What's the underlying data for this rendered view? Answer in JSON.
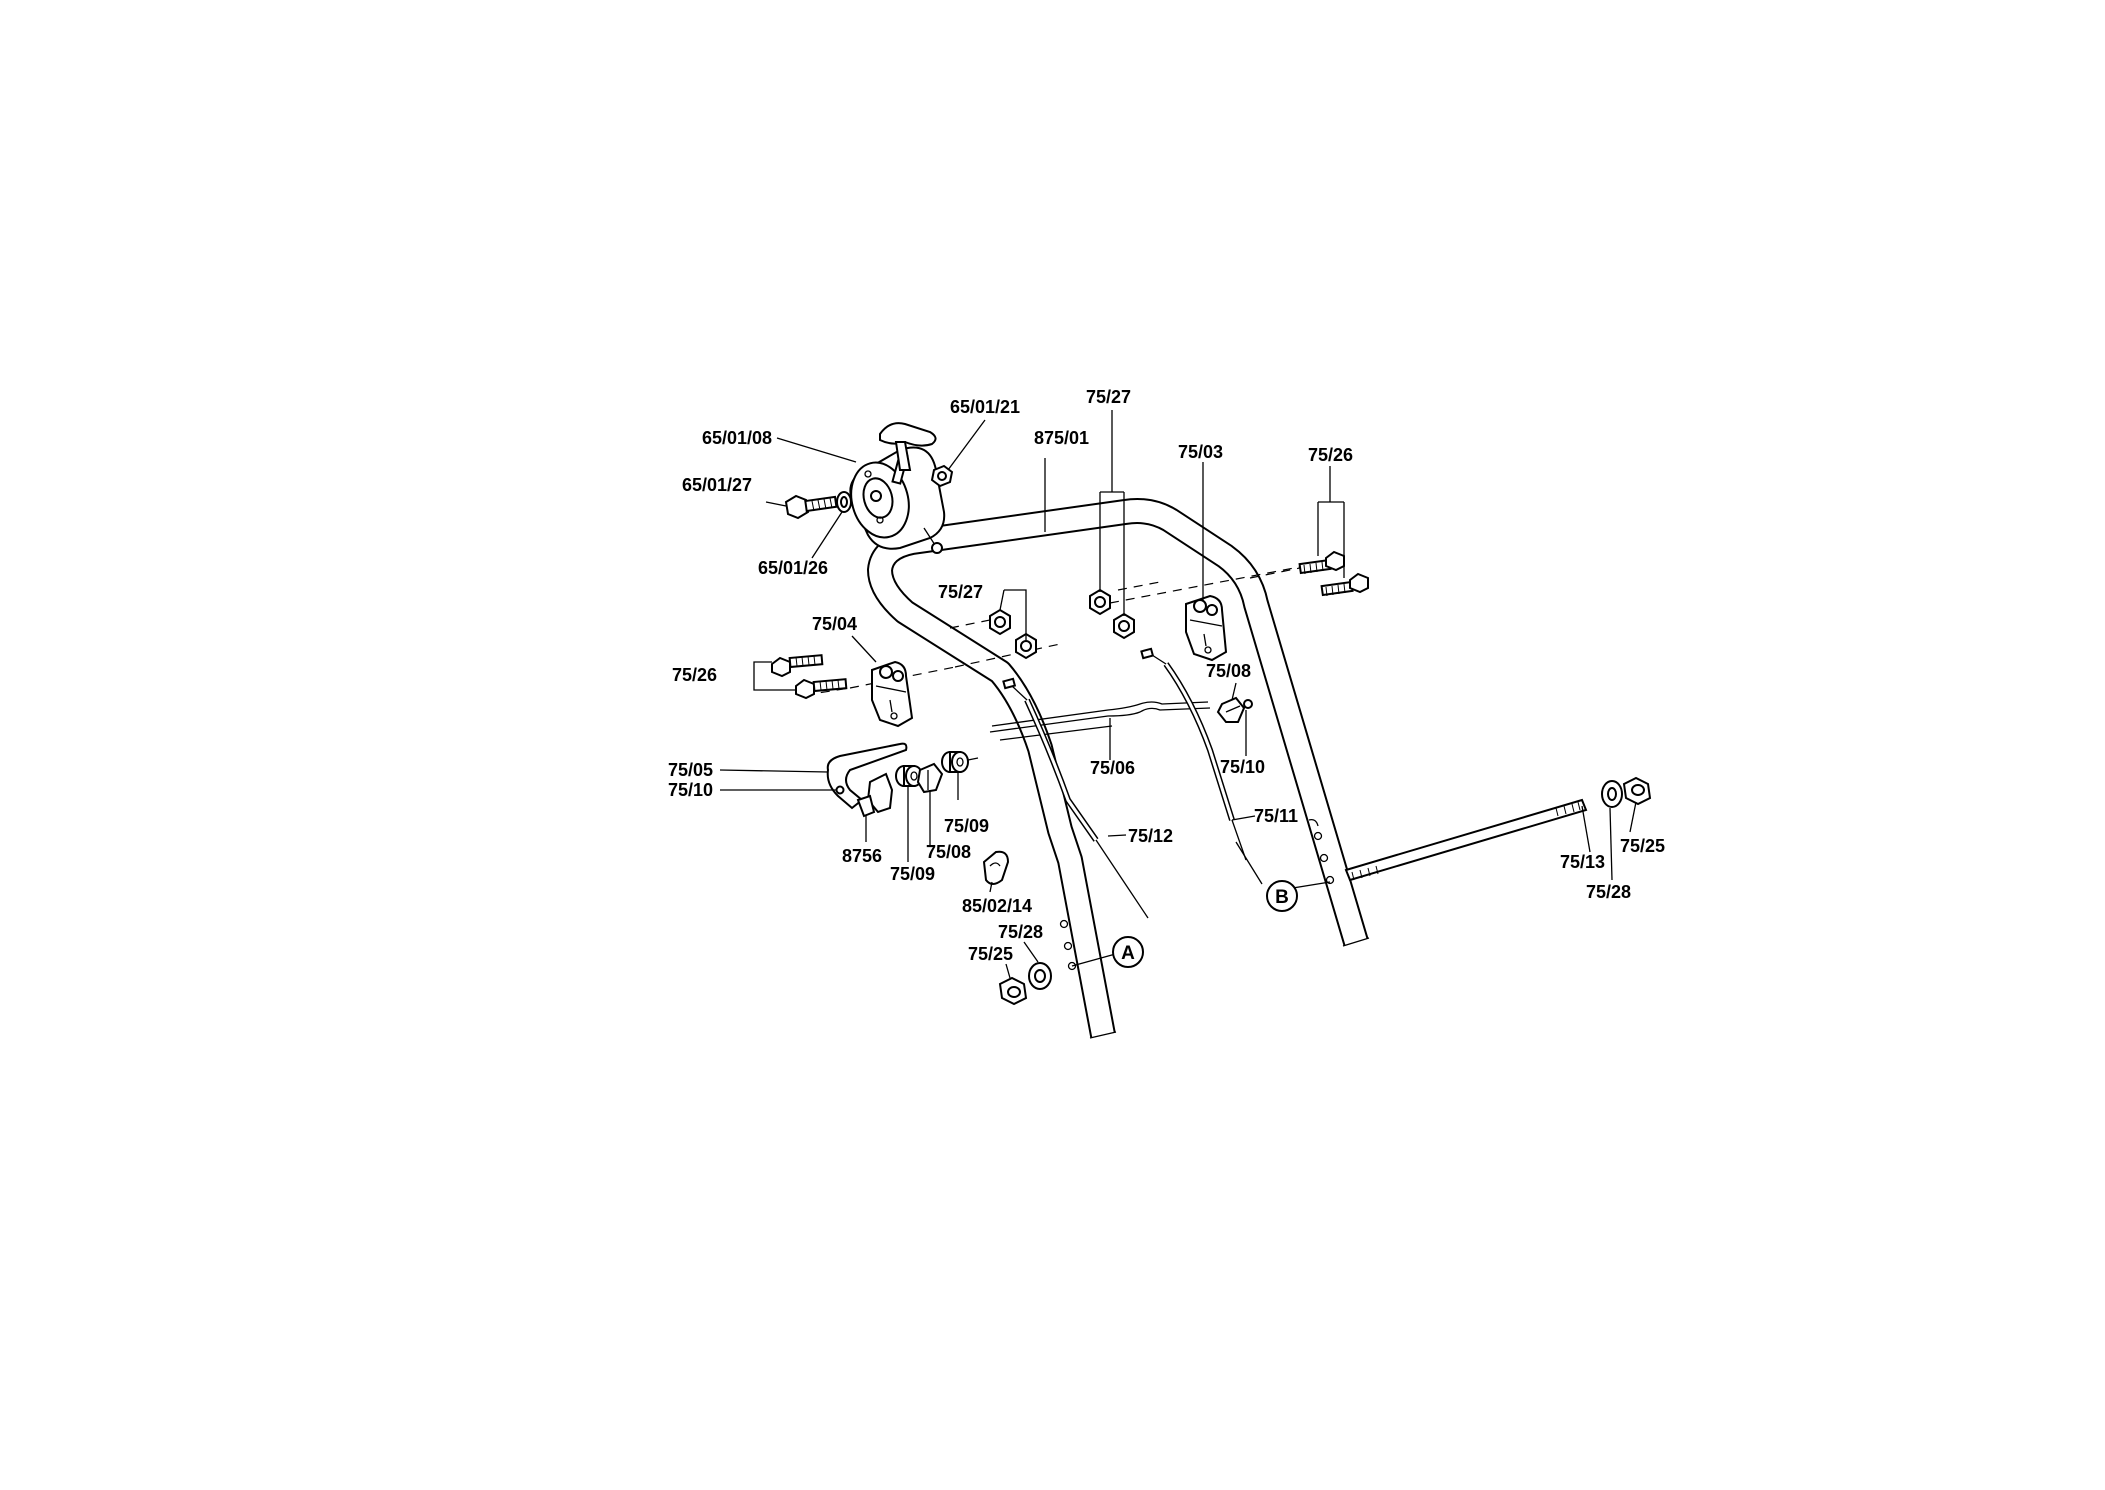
{
  "labels": {
    "p_65_01_08": "65/01/08",
    "p_65_01_21": "65/01/21",
    "p_65_01_27": "65/01/27",
    "p_65_01_26": "65/01/26",
    "p_875_01": "875/01",
    "p_75_27_top": "75/27",
    "p_75_03": "75/03",
    "p_75_26_right": "75/26",
    "p_75_27_mid": "75/27",
    "p_75_04": "75/04",
    "p_75_26_left": "75/26",
    "p_75_08_right": "75/08",
    "p_75_10_right": "75/10",
    "p_75_06": "75/06",
    "p_75_05": "75/05",
    "p_75_10_left": "75/10",
    "p_75_09_upper": "75/09",
    "p_75_11": "75/11",
    "p_75_12": "75/12",
    "p_8756": "8756",
    "p_75_08_left": "75/08",
    "p_75_09_lower": "75/09",
    "p_85_02_14": "85/02/14",
    "p_75_28_left": "75/28",
    "p_75_25_left": "75/25",
    "p_75_13": "75/13",
    "p_75_25_right": "75/25",
    "p_75_28_right": "75/28",
    "callout_a": "A",
    "callout_b": "B"
  }
}
